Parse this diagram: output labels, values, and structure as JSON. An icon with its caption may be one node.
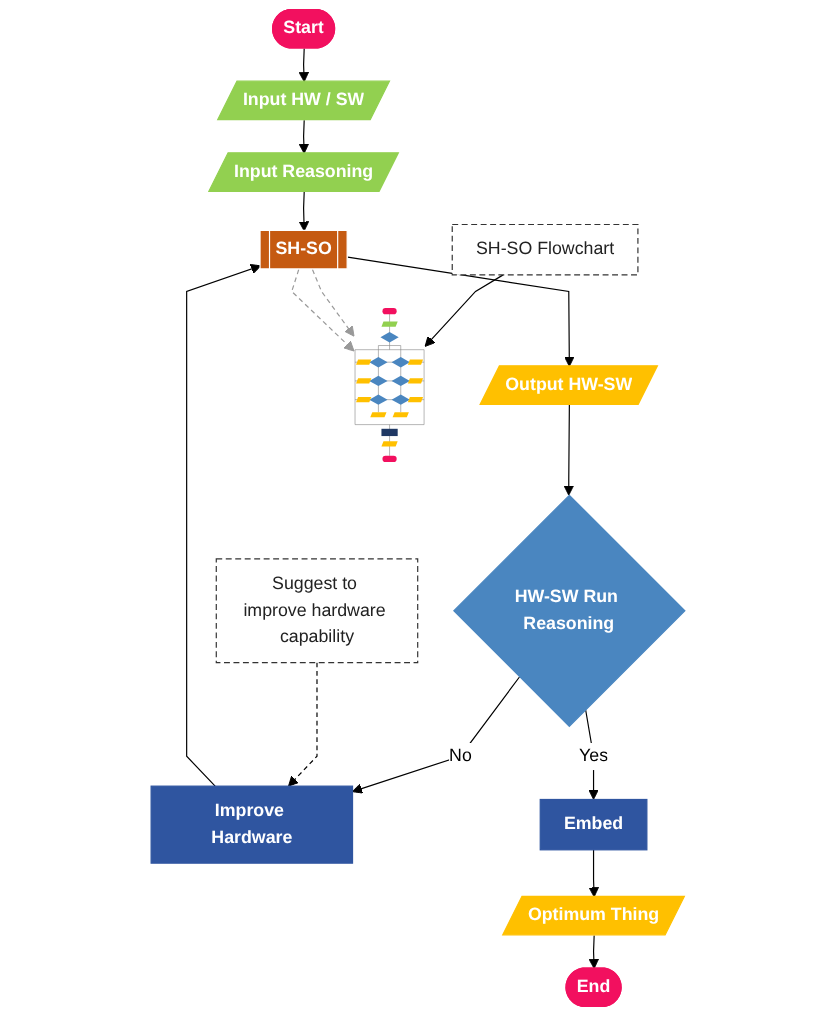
{
  "diagram": {
    "nodes": [
      {
        "text": [
          "Start"
        ]
      },
      {
        "text": [
          "Input HW / SW"
        ]
      },
      {
        "text": [
          "Input Reasoning"
        ]
      },
      {
        "text": [
          "SH-SO"
        ]
      },
      {
        "text": [
          "Output HW-SW"
        ]
      },
      {
        "text": [
          "HW-SW Run Reasoning"
        ]
      },
      {
        "text": [
          "Improve Hardware"
        ]
      },
      {
        "text": [
          "Embed"
        ]
      },
      {
        "text": [
          "Optimum Thing"
        ]
      },
      {
        "text": [
          "End"
        ]
      },
      {
        "text": [
          "Suggest to improve hardware capability"
        ]
      },
      {
        "text": [
          "SH-SO Flowchart"
        ]
      },
      {
        "text": [],
        "shape": "picture"
      }
    ],
    "edges": [
      {
        "from": 0,
        "to": 1,
        "arrow": "to"
      },
      {
        "from": 1,
        "to": 2,
        "arrow": "to"
      },
      {
        "from": 2,
        "to": 3,
        "arrow": "to"
      },
      {
        "from": 3,
        "to": 4,
        "arrow": "to"
      },
      {
        "from": 4,
        "to": 5,
        "arrow": "to"
      },
      {
        "from": 5,
        "to": 6,
        "arrow": "to",
        "label": "No"
      },
      {
        "from": 5,
        "to": 7,
        "arrow": "to",
        "label": "Yes"
      },
      {
        "from": 7,
        "to": 8,
        "arrow": "to"
      },
      {
        "from": 8,
        "to": 9,
        "arrow": "to"
      },
      {
        "from": 6,
        "to": 3,
        "arrow": "to"
      },
      {
        "from": 10,
        "to": 6,
        "arrow": "to",
        "style": "dashed"
      },
      {
        "from": 11,
        "to": 12,
        "arrow": "to"
      },
      {
        "from": 3,
        "to": 12,
        "arrow": "to",
        "style": "dashed",
        "color": "#999999"
      },
      {
        "from": 3,
        "to": 12,
        "arrow": "to",
        "style": "dashed",
        "color": "#999999"
      }
    ]
  }
}
